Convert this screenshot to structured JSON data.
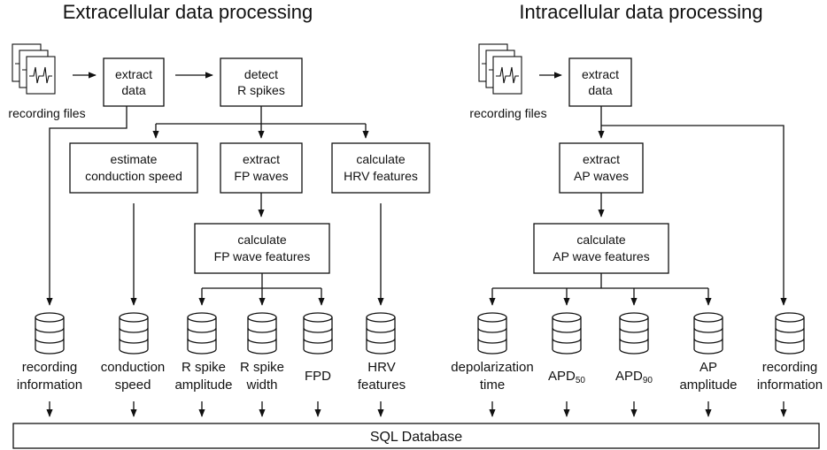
{
  "titles": {
    "extracellular": "Extracellular data processing",
    "intracellular": "Intracellular data processing"
  },
  "extracellular": {
    "files_label": "recording files",
    "extract_data": [
      "extract",
      "data"
    ],
    "detect_r_spikes": [
      "detect",
      "R spikes"
    ],
    "estimate_conduction": [
      "estimate",
      "conduction speed"
    ],
    "extract_fp_waves": [
      "extract",
      "FP waves"
    ],
    "calculate_hrv": [
      "calculate",
      "HRV features"
    ],
    "calculate_fp_features": [
      "calculate",
      "FP wave features"
    ],
    "outputs": [
      {
        "lines": [
          "recording",
          "information"
        ]
      },
      {
        "lines": [
          "conduction",
          "speed"
        ]
      },
      {
        "lines": [
          "R spike",
          "amplitude"
        ]
      },
      {
        "lines": [
          "R spike",
          "width"
        ]
      },
      {
        "lines": [
          "FPD"
        ]
      },
      {
        "lines": [
          "HRV",
          "features"
        ]
      }
    ]
  },
  "intracellular": {
    "files_label": "recording files",
    "extract_data": [
      "extract",
      "data"
    ],
    "extract_ap_waves": [
      "extract",
      "AP waves"
    ],
    "calculate_ap_features": [
      "calculate",
      "AP wave features"
    ],
    "outputs": [
      {
        "lines": [
          "depolarization",
          "time"
        ]
      },
      {
        "base": "APD",
        "sub": "50"
      },
      {
        "base": "APD",
        "sub": "90"
      },
      {
        "lines": [
          "AP",
          "amplitude"
        ]
      },
      {
        "lines": [
          "recording",
          "information"
        ]
      }
    ]
  },
  "sql_label": "SQL Database"
}
